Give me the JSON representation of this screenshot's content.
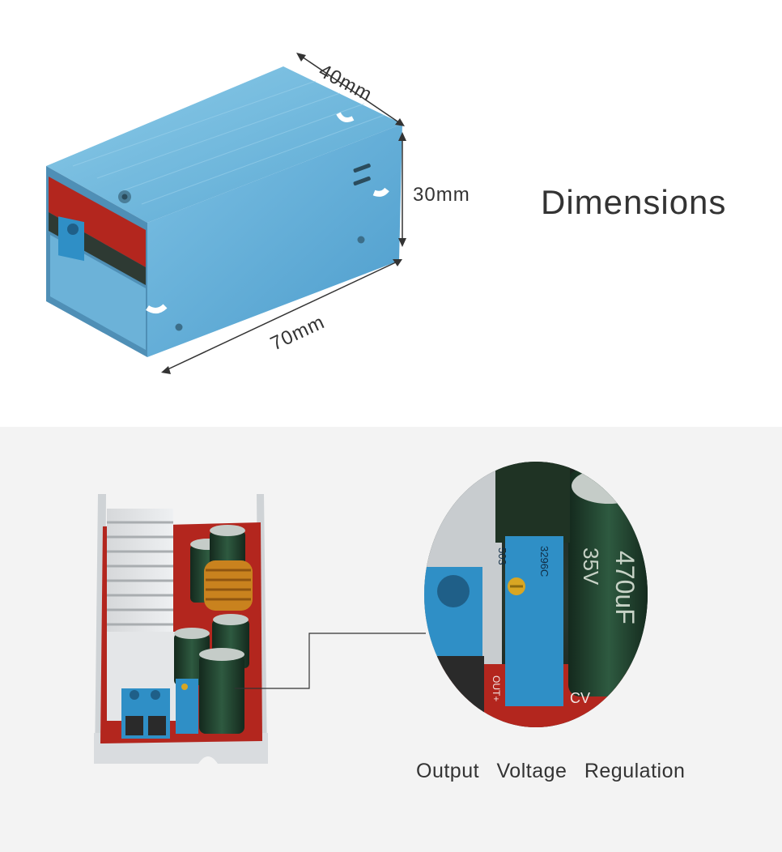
{
  "dimensions": {
    "heading": "Dimensions",
    "depth_label": "40mm",
    "height_label": "30mm",
    "length_label": "70mm"
  },
  "regulation": {
    "caption": "Output  Voltage  Regulation",
    "capacitor_marking": "470uF",
    "capacitor_voltage": "35V",
    "trimmer_code": "503",
    "trimmer_model": "3296C",
    "terminal_marking": "OUT+",
    "board_marking": "CV"
  },
  "colors": {
    "housing_blue": "#6fb6d8",
    "pcb_red": "#b3261e",
    "capacitor_green": "#1f3d2c",
    "terminal_blue": "#2f8fc6",
    "coil_copper": "#c9821e"
  }
}
